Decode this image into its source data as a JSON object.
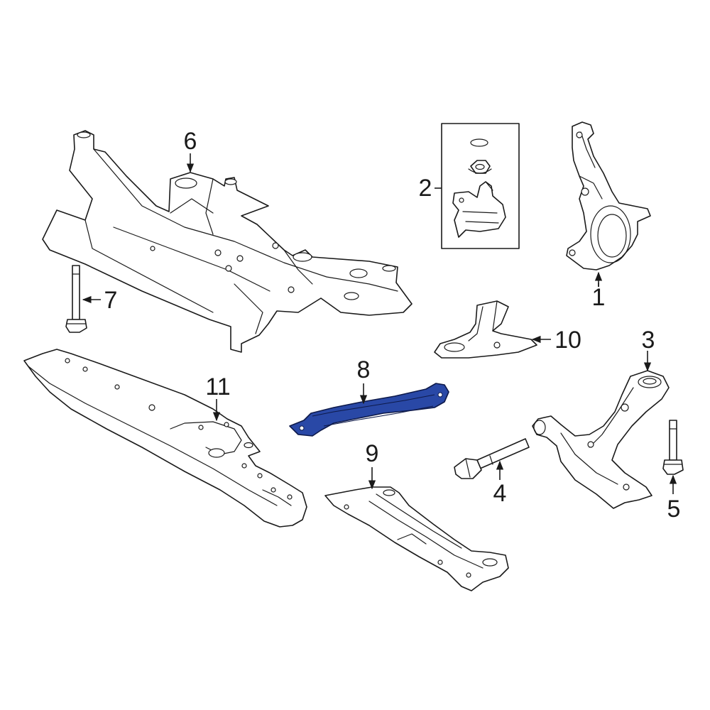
{
  "colors": {
    "line_art": "#1a1a1a",
    "background": "#ffffff",
    "highlight_fill": "#2948a6",
    "highlight_stroke": "#0e1a4a"
  },
  "highlighted_part": "8",
  "callouts": {
    "c1": "1",
    "c2": "2",
    "c3": "3",
    "c4": "4",
    "c5": "5",
    "c6": "6",
    "c7": "7",
    "c8": "8",
    "c9": "9",
    "c10": "10",
    "c11": "11"
  }
}
